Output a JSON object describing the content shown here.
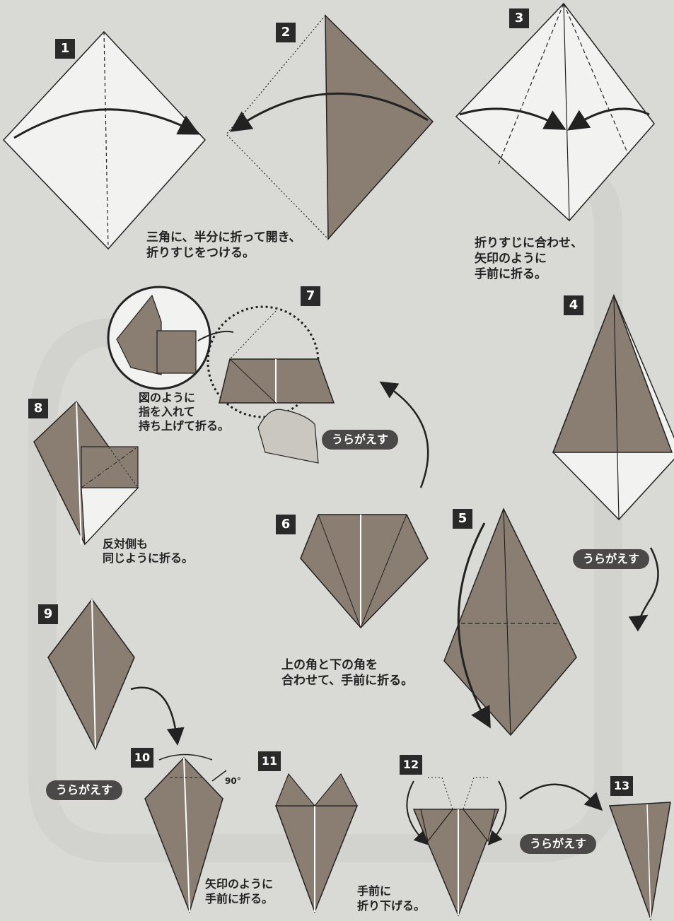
{
  "steps": [
    "1",
    "2",
    "3",
    "4",
    "5",
    "6",
    "7",
    "8",
    "9",
    "10",
    "11",
    "12",
    "13"
  ],
  "captions": {
    "step1": "三角に、半分に折って開き、\n折りすじをつける。",
    "step3": "折りすじに合わせ、\n矢印のように\n手前に折る。",
    "step7": "図のように\n指を入れて\n持ち上げて折る。",
    "step8": "反対側も\n同じように折る。",
    "step6": "上の角と下の角を\n合わせて、手前に折る。",
    "step10": "矢印のように\n手前に折る。",
    "step11": "手前に\n折り下げる。"
  },
  "flip_label": "うらがえす",
  "angle_label": "90°",
  "colors": {
    "background": "#d9dad5",
    "paper": "#8a7d72",
    "paper_light": "#ececea",
    "line": "#222222"
  }
}
